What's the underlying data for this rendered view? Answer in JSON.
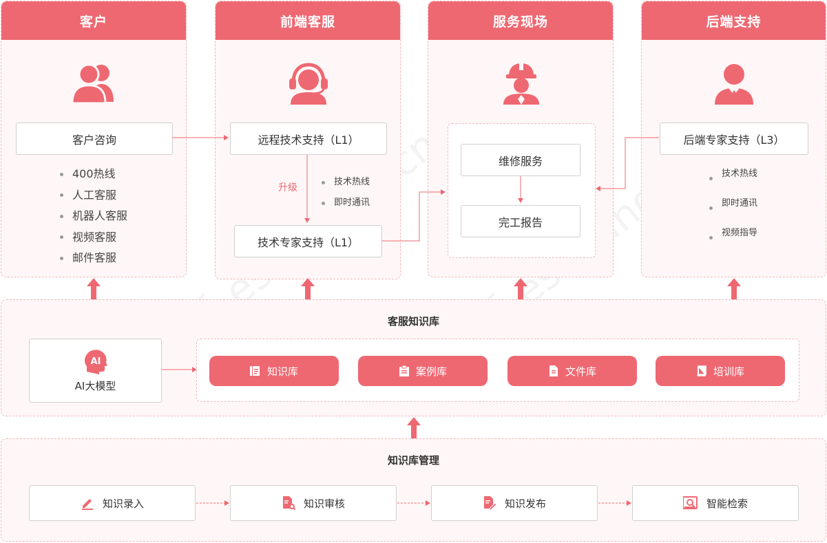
{
  "columns": [
    {
      "title": "客户"
    },
    {
      "title": "前端客服"
    },
    {
      "title": "服务现场"
    },
    {
      "title": "后端支持"
    }
  ],
  "customer": {
    "consult": "客户咨询",
    "channels": [
      "400热线",
      "人工客服",
      "机器人客服",
      "视频客服",
      "邮件客服"
    ]
  },
  "frontend": {
    "remote": "远程技术支持（L1）",
    "expert": "技术专家支持（L1）",
    "upgrade": "升级",
    "channels": [
      "技术热线",
      "即时通讯"
    ]
  },
  "onsite": {
    "repair": "维修服务",
    "report": "完工报告"
  },
  "backend": {
    "expert": "后端专家支持（L3）",
    "channels": [
      "技术热线",
      "即时通讯",
      "视频指导"
    ]
  },
  "kb": {
    "title": "客服知识库",
    "ai_label": "AI大模型",
    "ai_badge": "AI",
    "items": [
      "知识库",
      "案例库",
      "文件库",
      "培训库"
    ]
  },
  "mgmt": {
    "title": "知识库管理",
    "steps": [
      "知识录入",
      "知识审核",
      "知识发布",
      "智能检索"
    ]
  },
  "watermark": "易售后 eshouhou.cn",
  "colors": {
    "accent": "#ee6872",
    "border": "#f1b8bc",
    "panel": "#fff7f7"
  }
}
